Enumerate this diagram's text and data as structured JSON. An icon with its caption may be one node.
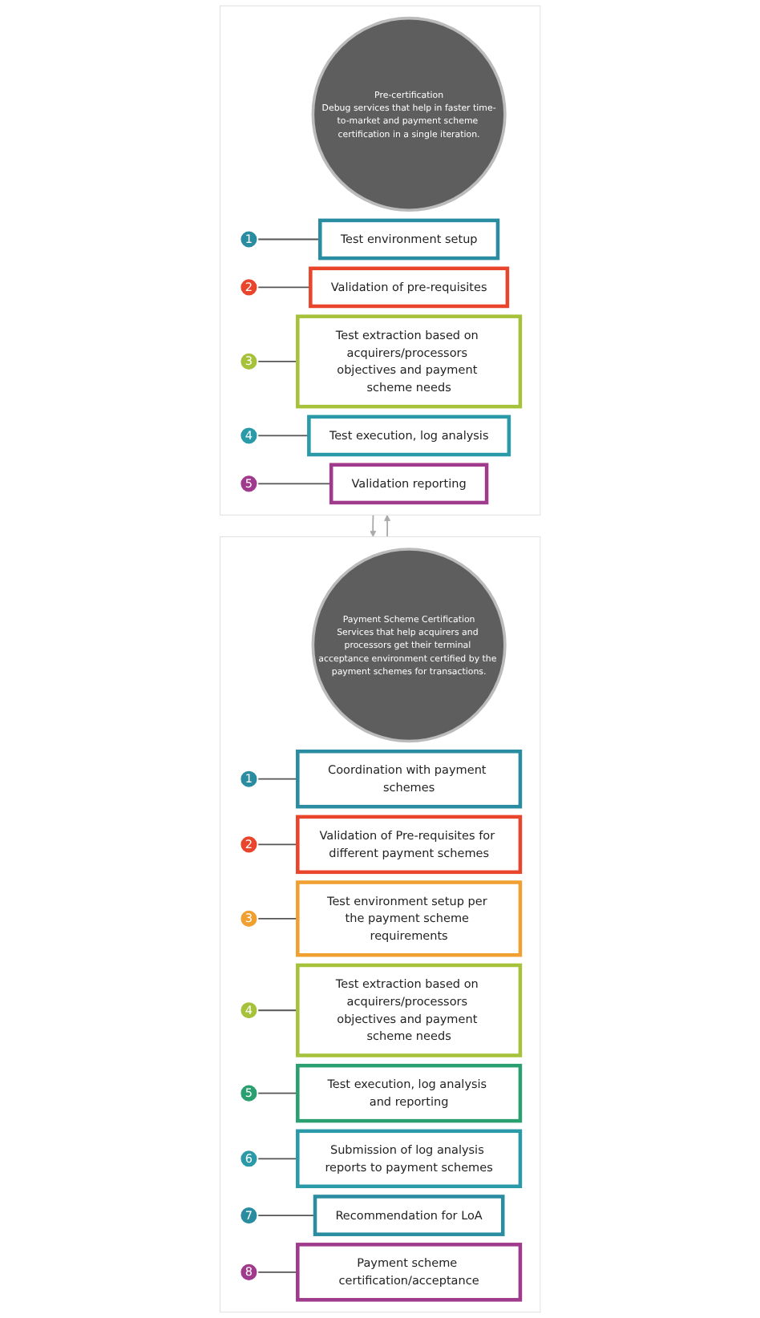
{
  "diagram": {
    "nodes": [
      {
        "text": [],
        "shape": "box"
      },
      {
        "text": [
          "Pre-certification",
          "Debug services that help in faster time-to-market and payment scheme certification in a single iteration."
        ],
        "in": 0
      },
      {
        "text": [
          "1"
        ],
        "in": 0
      },
      {
        "text": [
          "Test environment setup"
        ],
        "in": 0
      },
      {
        "text": [
          "2"
        ],
        "in": 0
      },
      {
        "text": [
          "Validation of pre-requisites"
        ],
        "in": 0
      },
      {
        "text": [
          "3"
        ],
        "in": 0
      },
      {
        "text": [
          "Test extraction based on acquirers/processors objectives and payment scheme needs"
        ],
        "in": 0
      },
      {
        "text": [
          "4"
        ],
        "in": 0
      },
      {
        "text": [
          "Test execution, log analysis"
        ],
        "in": 0
      },
      {
        "text": [
          "5"
        ],
        "in": 0
      },
      {
        "text": [
          "Validation reporting"
        ],
        "in": 0
      },
      {
        "text": [],
        "shape": "box"
      },
      {
        "text": [
          "Payment Scheme Certification",
          "Services that help acquirers and processors get their terminal acceptance environment certified by the payment schemes for transactions."
        ],
        "in": 12
      },
      {
        "text": [
          "1"
        ],
        "in": 12
      },
      {
        "text": [
          "Coordination with payment schemes"
        ],
        "in": 12
      },
      {
        "text": [
          "2"
        ],
        "in": 12
      },
      {
        "text": [
          "Validation of Pre-requisites for different payment schemes"
        ],
        "in": 12
      },
      {
        "text": [
          "3"
        ],
        "in": 12
      },
      {
        "text": [
          "Test environment setup per the payment scheme requirements"
        ],
        "in": 12
      },
      {
        "text": [
          "4"
        ],
        "in": 12
      },
      {
        "text": [
          "Test extraction based on acquirers/processors objectives and payment scheme needs"
        ],
        "in": 12
      },
      {
        "text": [
          "5"
        ],
        "in": 12
      },
      {
        "text": [
          "Test execution, log analysis and reporting"
        ],
        "in": 12
      },
      {
        "text": [
          "6"
        ],
        "in": 12
      },
      {
        "text": [
          "Submission of log analysis reports to payment schemes"
        ],
        "in": 12
      },
      {
        "text": [
          "7"
        ],
        "in": 12
      },
      {
        "text": [
          "Recommendation for LoA"
        ],
        "in": 12
      },
      {
        "text": [
          "8"
        ],
        "in": 12
      },
      {
        "text": [
          "Payment scheme certification/acceptance"
        ],
        "in": 12
      }
    ],
    "edges": [
      {
        "from": 2,
        "to": 3,
        "arrow": "none"
      },
      {
        "from": 4,
        "to": 5,
        "arrow": "none"
      },
      {
        "from": 6,
        "to": 7,
        "arrow": "none"
      },
      {
        "from": 8,
        "to": 9,
        "arrow": "none"
      },
      {
        "from": 10,
        "to": 11,
        "arrow": "none"
      },
      {
        "from": 0,
        "to": 12,
        "arrow": "to"
      },
      {
        "from": 12,
        "to": 0,
        "arrow": "to"
      },
      {
        "from": 14,
        "to": 15,
        "arrow": "none"
      },
      {
        "from": 16,
        "to": 17,
        "arrow": "none"
      },
      {
        "from": 18,
        "to": 19,
        "arrow": "none"
      },
      {
        "from": 20,
        "to": 21,
        "arrow": "none"
      },
      {
        "from": 22,
        "to": 23,
        "arrow": "none"
      },
      {
        "from": 24,
        "to": 25,
        "arrow": "none"
      },
      {
        "from": 26,
        "to": 27,
        "arrow": "none"
      },
      {
        "from": 28,
        "to": 29,
        "arrow": "none"
      }
    ]
  }
}
